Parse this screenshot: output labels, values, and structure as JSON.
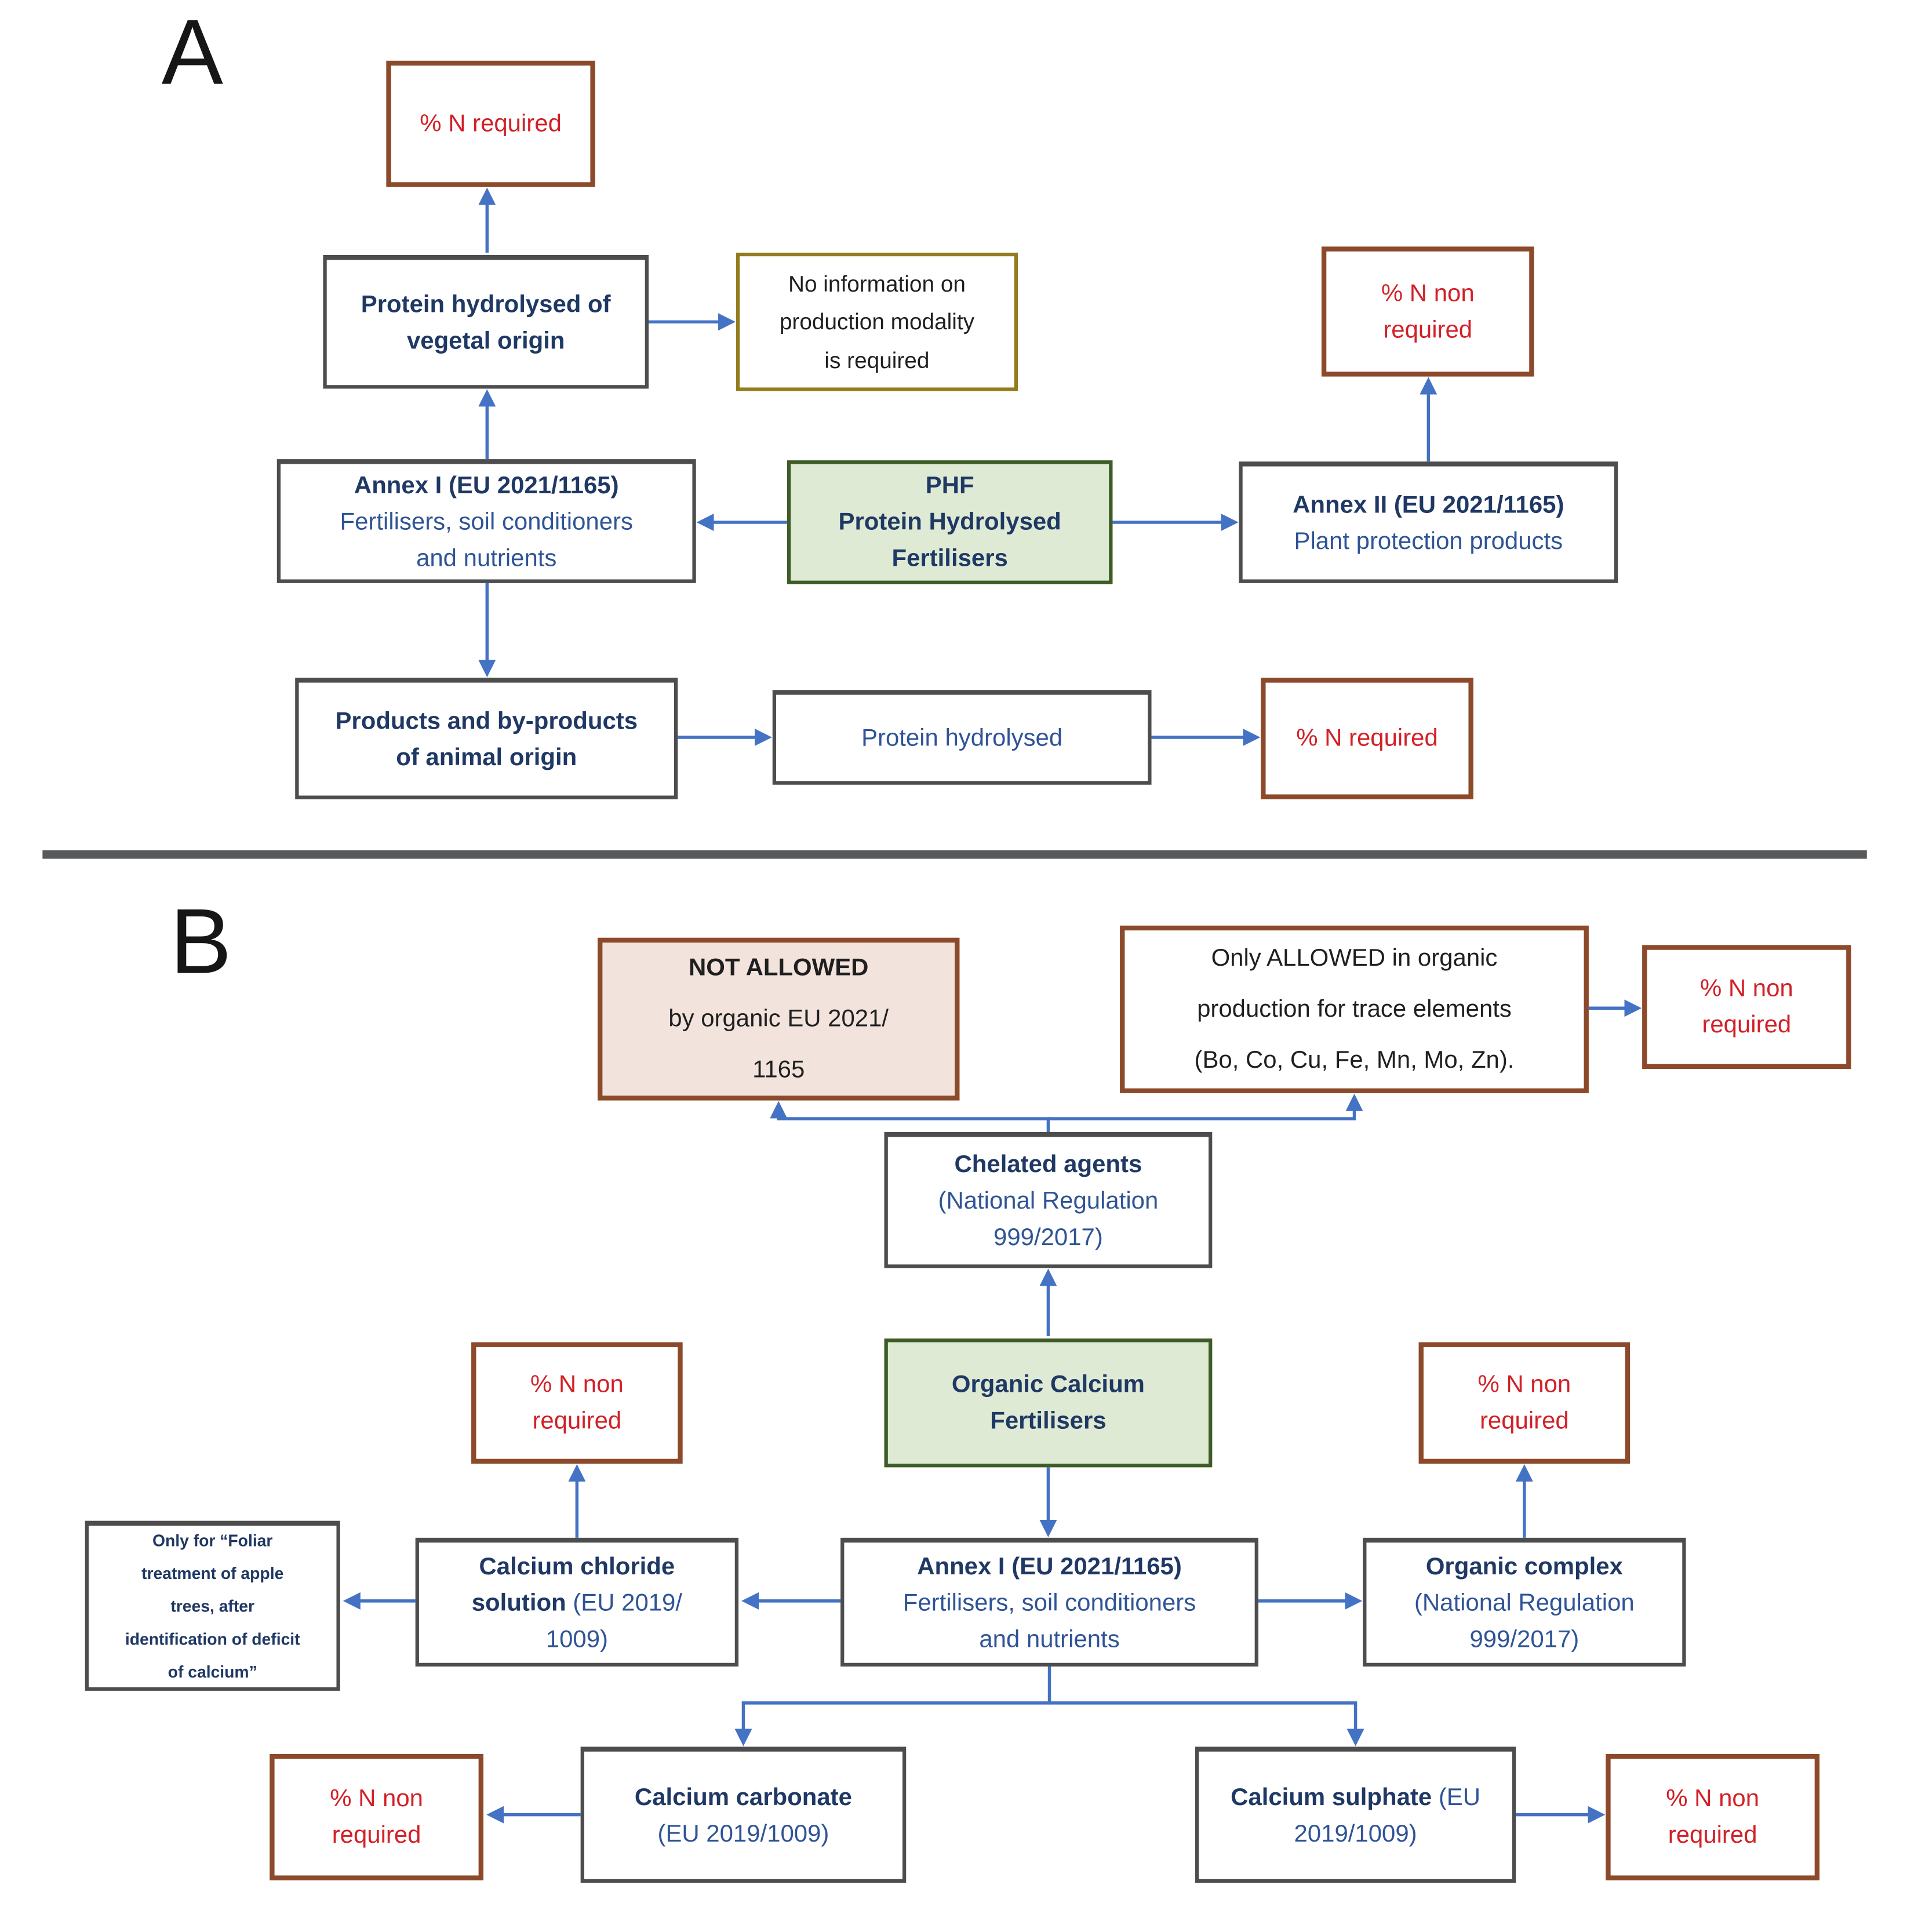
{
  "colors": {
    "navy_bold_text": "#1F3864",
    "navy_text": "#2F5496",
    "red_text": "#D22027",
    "brown_border": "#8C4A2A",
    "olive_border": "#937C1E",
    "gray_border": "#4D4D4D",
    "green_fill": "#DEEAD4",
    "green_border": "#3E5C26",
    "tan_fill": "#F2E3DD",
    "arrow_blue": "#4472C4",
    "divider_gray": "#58595B"
  },
  "panel_a": {
    "label": "A",
    "pct_n_required_top": "% N required",
    "protein_vegetal": [
      "Protein hydrolysed of",
      "vegetal origin"
    ],
    "no_information": [
      "No information on",
      "production modality",
      "is required"
    ],
    "pct_n_non_required": [
      "% N non",
      "required"
    ],
    "annex_i": {
      "title": "Annex I (EU 2021/1165)",
      "line2": "Fertilisers, soil conditioners",
      "line3": "and nutrients"
    },
    "phf": [
      "PHF",
      "Protein Hydrolysed",
      "Fertilisers"
    ],
    "annex_ii": {
      "title": "Annex II (EU 2021/1165)",
      "line2": "Plant protection products"
    },
    "products_animal": [
      "Products and by-products",
      "of animal origin"
    ],
    "protein_hydrolysed": "Protein hydrolysed",
    "pct_n_required_bottom": "% N required"
  },
  "panel_b": {
    "label": "B",
    "not_allowed": {
      "title": "NOT ALLOWED",
      "line2": "by organic EU 2021/",
      "line3": "1165"
    },
    "only_allowed": [
      "Only ALLOWED in organic",
      "production for trace elements",
      "(Bo, Co, Cu, Fe, Mn, Mo, Zn)."
    ],
    "pct_n_non_required_top": [
      "% N non",
      "required"
    ],
    "chelated_agents": {
      "title": "Chelated agents",
      "line2": "(National Regulation",
      "line3": "999/2017)"
    },
    "organic_calcium": [
      "Organic Calcium",
      "Fertilisers"
    ],
    "pct_n_non_required_left": [
      "% N non",
      "required"
    ],
    "pct_n_non_required_right": [
      "% N non",
      "required"
    ],
    "foliar_note": [
      "Only for “Foliar",
      "treatment of apple",
      "trees, after",
      "identification of deficit",
      "of calcium”"
    ],
    "calcium_chloride": {
      "bold1": "Calcium chloride",
      "bold2": "solution",
      "reg2": " (EU 2019/",
      "line3": "1009)"
    },
    "annex_i": {
      "title": "Annex I (EU 2021/1165)",
      "line2": "Fertilisers, soil conditioners",
      "line3": "and nutrients"
    },
    "organic_complex": {
      "title": "Organic complex",
      "line2": "(National Regulation",
      "line3": "999/2017)"
    },
    "pct_n_non_required_bottom_left": [
      "% N non",
      "required"
    ],
    "calcium_carbonate": {
      "bold1": "Calcium carbonate",
      "line2": "(EU 2019/1009)"
    },
    "calcium_sulphate": {
      "bold1": "Calcium sulphate",
      "reg1": " (EU",
      "line2": "2019/1009)"
    },
    "pct_n_non_required_bottom_right": [
      "% N non",
      "required"
    ]
  }
}
